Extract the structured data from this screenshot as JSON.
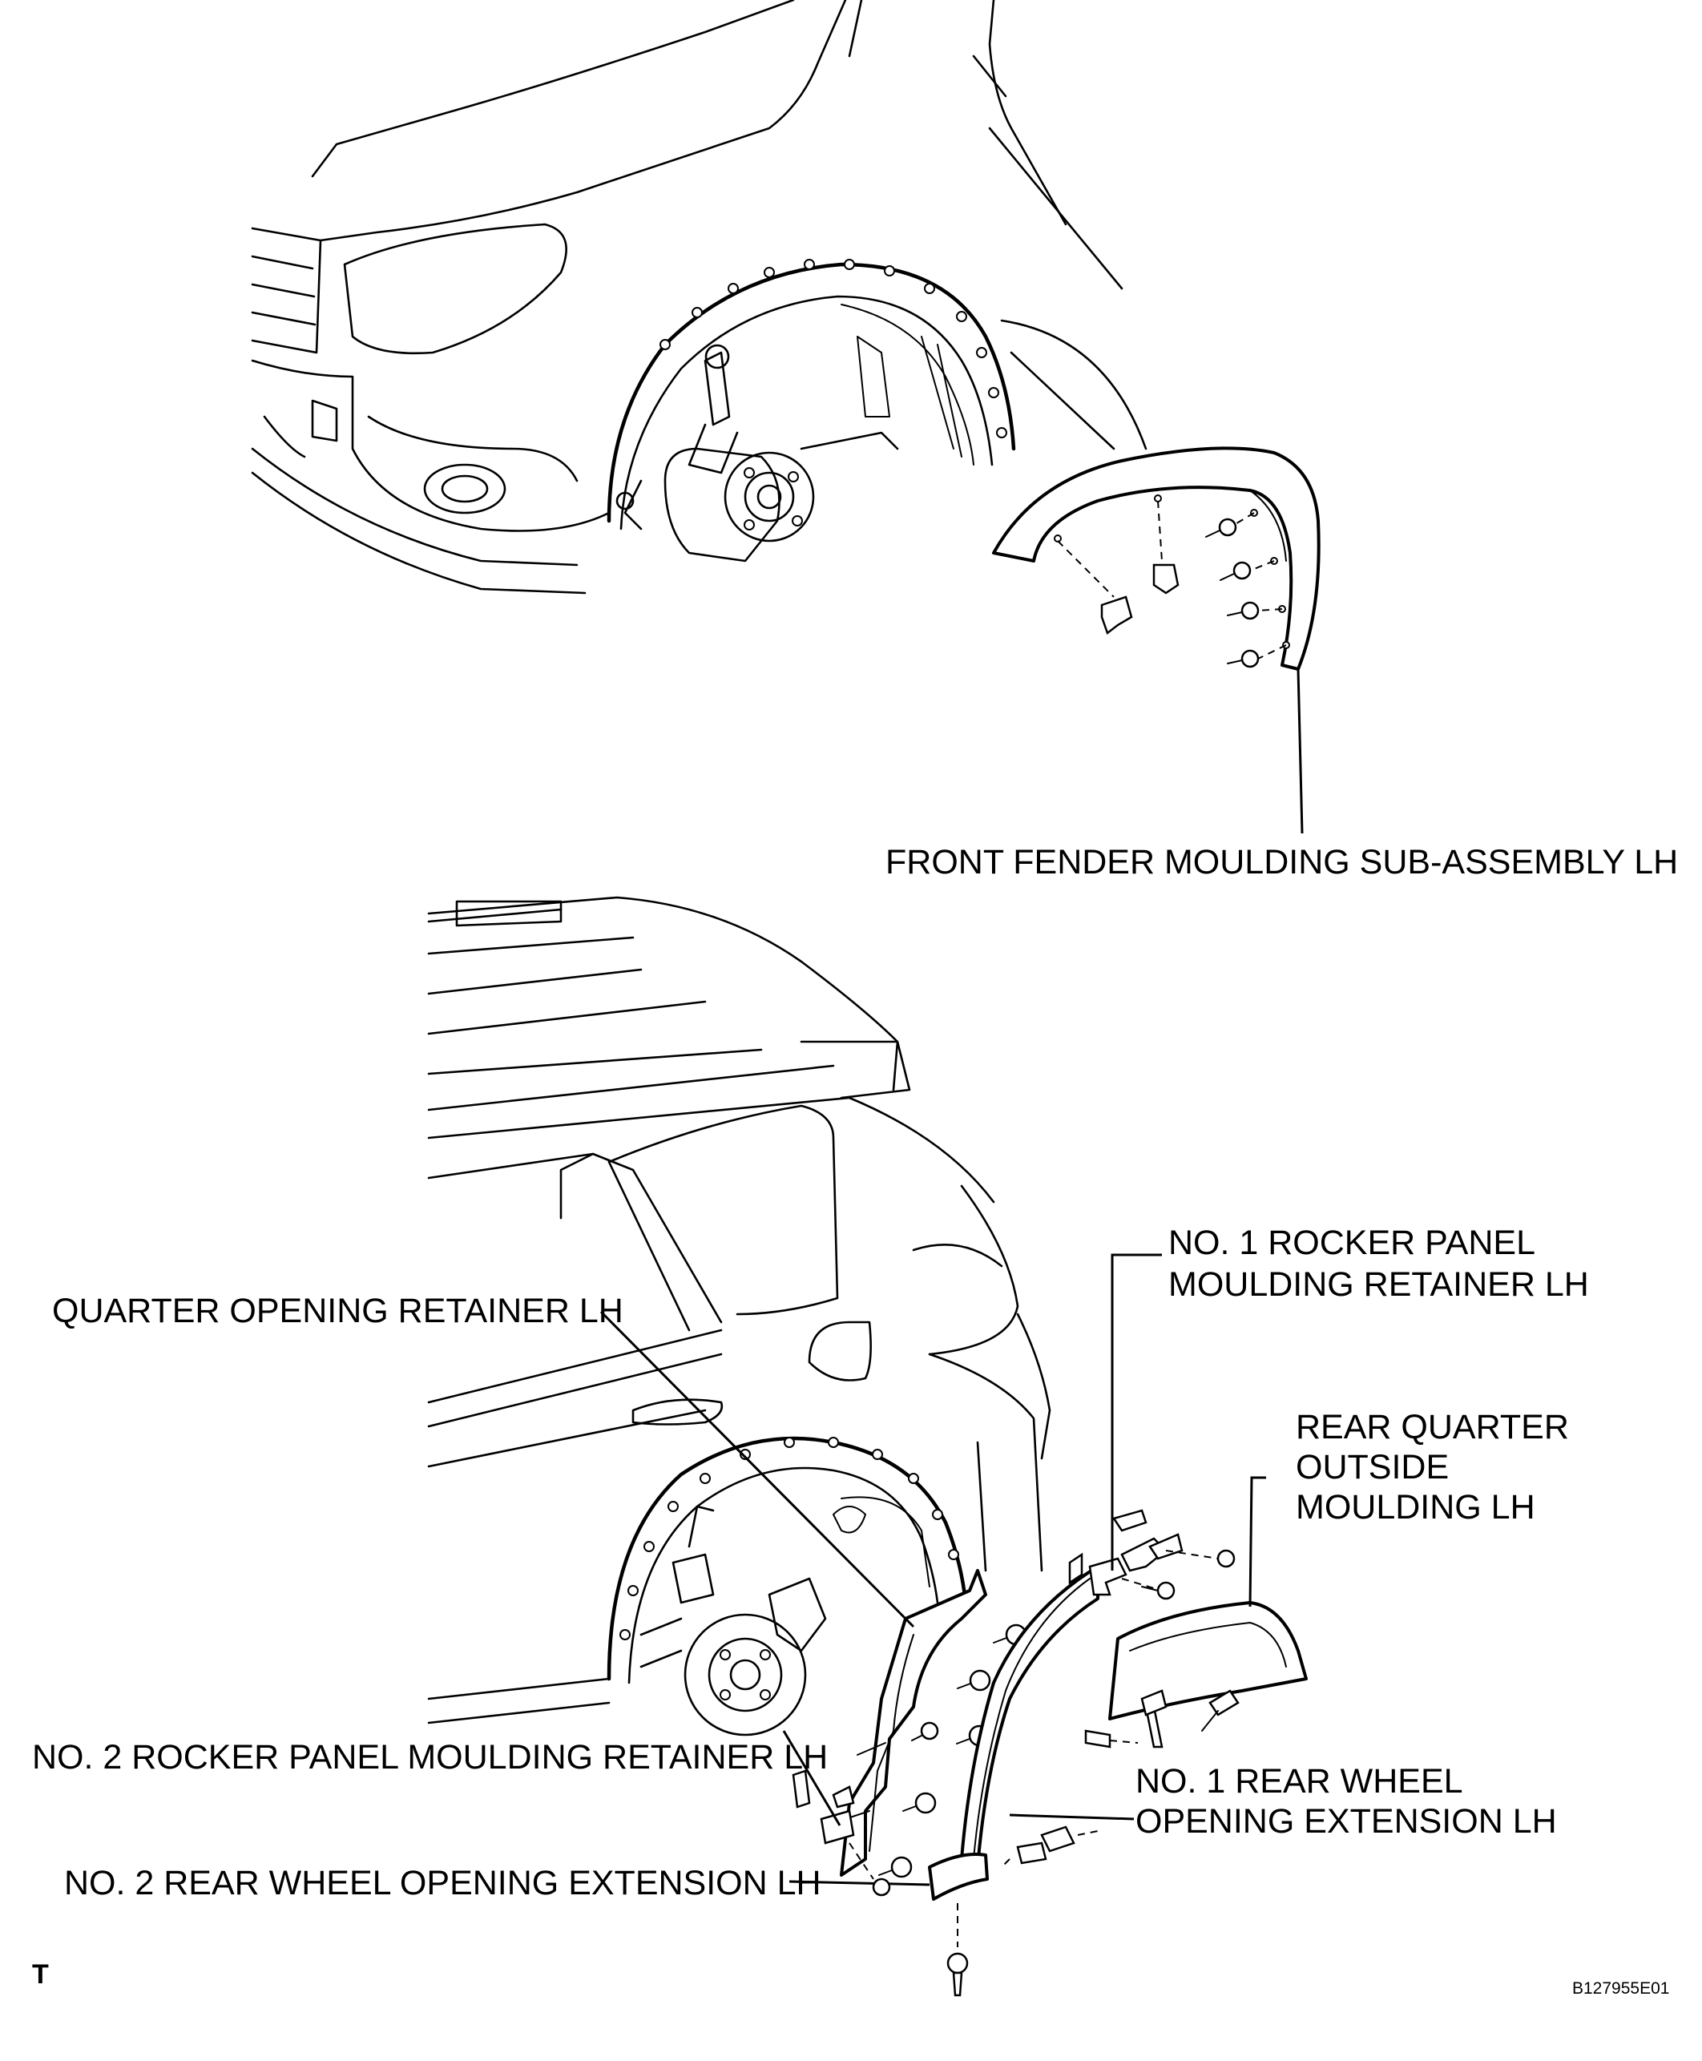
{
  "labels": {
    "front_fender_moulding": "FRONT FENDER MOULDING SUB-ASSEMBLY LH",
    "no1_rocker_retainer_line1": "NO. 1 ROCKER PANEL",
    "no1_rocker_retainer_line2": "MOULDING RETAINER LH",
    "quarter_opening_retainer": "QUARTER OPENING RETAINER LH",
    "rear_quarter_moulding_line1": "REAR QUARTER",
    "rear_quarter_moulding_line2": "OUTSIDE",
    "rear_quarter_moulding_line3": "MOULDING LH",
    "no2_rocker_retainer": "NO. 2 ROCKER PANEL MOULDING RETAINER LH",
    "no1_rear_wheel_ext_line1": "NO. 1 REAR WHEEL",
    "no1_rear_wheel_ext_line2": "OPENING EXTENSION LH",
    "no2_rear_wheel_ext": "NO. 2 REAR WHEEL OPENING EXTENSION LH"
  },
  "corner_marks": {
    "left": "T",
    "figure_id": "B127955E01"
  }
}
